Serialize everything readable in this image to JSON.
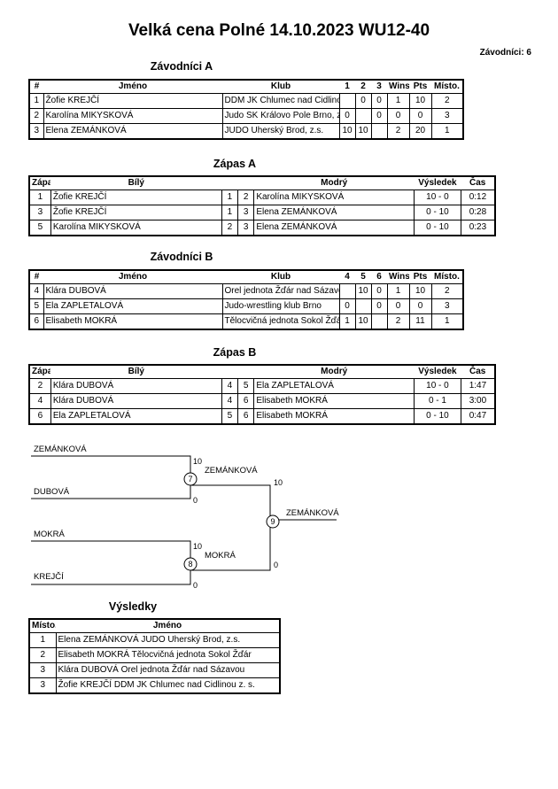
{
  "title": "Velká cena Polné 14.10.2023 WU12-40",
  "competitor_count": "Závodníci: 6",
  "pool_a": {
    "heading": "Závodníci A",
    "headers": [
      "#",
      "Jméno",
      "Klub",
      "1",
      "2",
      "3",
      "Wins",
      "Pts",
      "Místo."
    ],
    "rows": [
      [
        "1",
        "Žofie KREJČÍ",
        "DDM JK Chlumec nad Cidlinou z. s.",
        "",
        "0",
        "0",
        "1",
        "10",
        "2"
      ],
      [
        "2",
        "Karolína MIKYSKOVÁ",
        "Judo SK Královo Pole Brno, z.s.",
        "0",
        "",
        "0",
        "0",
        "0",
        "3"
      ],
      [
        "3",
        "Elena ZEMÁNKOVÁ",
        "JUDO Uherský Brod, z.s.",
        "10",
        "10",
        "",
        "2",
        "20",
        "1"
      ]
    ]
  },
  "matches_a": {
    "heading": "Zápas A",
    "headers": [
      "Zápas",
      "Bílý",
      "",
      "",
      "Modrý",
      "Výsledek",
      "Čas"
    ],
    "rows": [
      [
        "1",
        "Žofie KREJČÍ",
        "1",
        "2",
        "Karolína MIKYSKOVÁ",
        "10 - 0",
        "0:12"
      ],
      [
        "3",
        "Žofie KREJČÍ",
        "1",
        "3",
        "Elena ZEMÁNKOVÁ",
        "0 - 10",
        "0:28"
      ],
      [
        "5",
        "Karolína MIKYSKOVÁ",
        "2",
        "3",
        "Elena ZEMÁNKOVÁ",
        "0 - 10",
        "0:23"
      ]
    ]
  },
  "pool_b": {
    "heading": "Závodníci B",
    "headers": [
      "#",
      "Jméno",
      "Klub",
      "4",
      "5",
      "6",
      "Wins",
      "Pts",
      "Místo."
    ],
    "rows": [
      [
        "4",
        "Klára DUBOVÁ",
        "Orel jednota Žďár nad Sázavou",
        "",
        "10",
        "0",
        "1",
        "10",
        "2"
      ],
      [
        "5",
        "Ela ZAPLETALOVÁ",
        "Judo-wrestling klub Brno",
        "0",
        "",
        "0",
        "0",
        "0",
        "3"
      ],
      [
        "6",
        "Elisabeth MOKRÁ",
        "Tělocvičná jednota Sokol Žďár",
        "1",
        "10",
        "",
        "2",
        "11",
        "1"
      ]
    ]
  },
  "matches_b": {
    "heading": "Zápas B",
    "headers": [
      "Zápas",
      "Bílý",
      "",
      "",
      "Modrý",
      "Výsledek",
      "Čas"
    ],
    "rows": [
      [
        "2",
        "Klára DUBOVÁ",
        "4",
        "5",
        "Ela ZAPLETALOVÁ",
        "10 - 0",
        "1:47"
      ],
      [
        "4",
        "Klára DUBOVÁ",
        "4",
        "6",
        "Elisabeth MOKRÁ",
        "0 - 1",
        "3:00"
      ],
      [
        "6",
        "Ela ZAPLETALOVÁ",
        "5",
        "6",
        "Elisabeth MOKRÁ",
        "0 - 10",
        "0:47"
      ]
    ]
  },
  "bracket": {
    "sf1": {
      "top": "ZEMÁNKOVÁ",
      "bottom": "DUBOVÁ",
      "top_score": "10",
      "bottom_score": "0",
      "match": "7",
      "winner": "ZEMÁNKOVÁ"
    },
    "sf2": {
      "top": "MOKRÁ",
      "bottom": "KREJČÍ",
      "top_score": "10",
      "bottom_score": "0",
      "match": "8",
      "winner": "MOKRÁ"
    },
    "final": {
      "top_score": "10",
      "bottom_score": "0",
      "match": "9",
      "winner": "ZEMÁNKOVÁ"
    }
  },
  "results": {
    "heading": "Výsledky",
    "headers": [
      "Místo.",
      "Jméno"
    ],
    "rows": [
      [
        "1",
        "Elena ZEMÁNKOVÁ JUDO Uherský Brod, z.s."
      ],
      [
        "2",
        "Elisabeth MOKRÁ Tělocvičná jednota Sokol Žďár"
      ],
      [
        "3",
        "Klára DUBOVÁ Orel jednota Žďár nad Sázavou"
      ],
      [
        "3",
        "Žofie KREJČÍ DDM JK Chlumec nad Cidlinou z. s."
      ]
    ]
  }
}
